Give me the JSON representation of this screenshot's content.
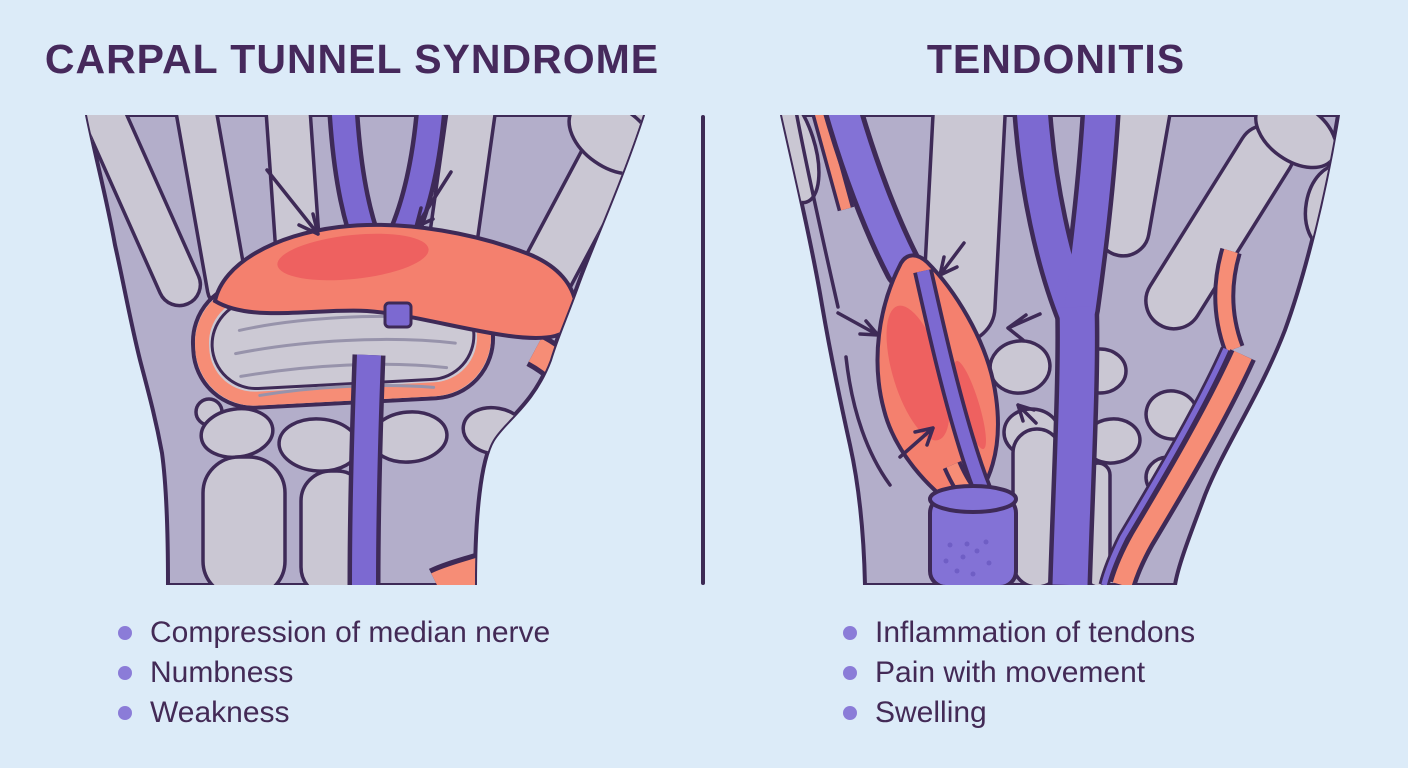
{
  "left_panel": {
    "title": "CARPAL TUNNEL SYNDROME",
    "bullets": [
      "Compression of median nerve",
      "Numbness",
      "Weakness"
    ]
  },
  "right_panel": {
    "title": "TENDONITIS",
    "bullets": [
      "Inflammation of tendons",
      "Pain with movement",
      "Swelling"
    ]
  },
  "colors": {
    "background": "#dcebf8",
    "title-text": "#46295c",
    "list-text": "#432a56",
    "bullet": "#8b7cd8",
    "divider": "#3d2a55",
    "outline": "#3e2a57",
    "tissue": "#b3aeca",
    "bone": "#cac7d3",
    "band-interior": "#ccc9d4",
    "streak": "#9793ab",
    "nerve": "#7c69d1",
    "sheath": "#8372d6",
    "sheath-dark": "#6f5ec5",
    "tendon-orange": "#f68d76",
    "swelling": "#f4806e",
    "inflamed-red": "#ee6160"
  }
}
